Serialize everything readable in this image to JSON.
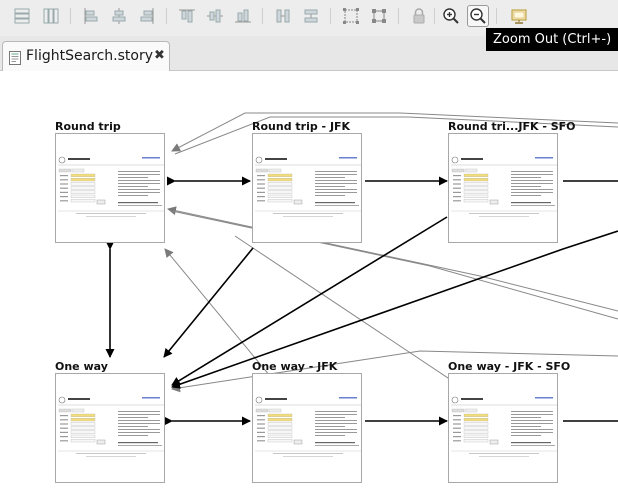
{
  "toolbar": {
    "buttons": [
      {
        "name": "layout-horizontal-icon"
      },
      {
        "name": "layout-vertical-icon"
      },
      {
        "name": "align-left-icon"
      },
      {
        "name": "align-center-icon"
      },
      {
        "name": "align-right-icon"
      },
      {
        "name": "align-top-icon"
      },
      {
        "name": "align-middle-icon"
      },
      {
        "name": "align-bottom-icon"
      },
      {
        "name": "match-width-icon"
      },
      {
        "name": "match-height-icon"
      },
      {
        "name": "select-area-icon"
      },
      {
        "name": "grid-layout-icon"
      },
      {
        "name": "lock-icon"
      },
      {
        "name": "zoom-in-icon"
      },
      {
        "name": "zoom-out-icon"
      },
      {
        "name": "screenshot-monitor-icon"
      }
    ],
    "tooltip": "Zoom Out (Ctrl+-)"
  },
  "tab": {
    "label": "FlightSearch.story",
    "close": "✖"
  },
  "nodes": [
    {
      "label": "Round trip"
    },
    {
      "label": "Round trip - JFK"
    },
    {
      "label": "Round tri...JFK - SFO"
    },
    {
      "label": "One way"
    },
    {
      "label": "One way - JFK"
    },
    {
      "label": "One way - JFK - SFO"
    }
  ]
}
